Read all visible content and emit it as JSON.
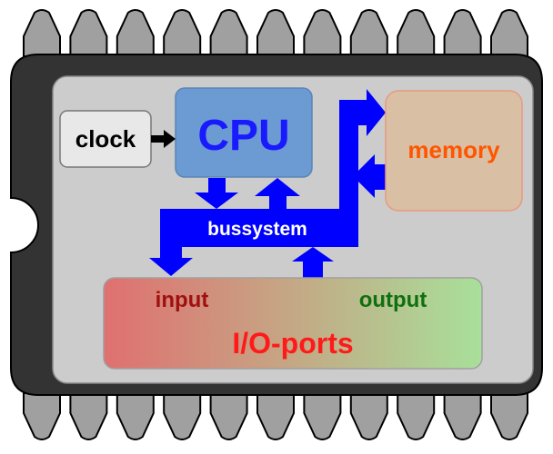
{
  "diagram": {
    "clock": {
      "label": "clock"
    },
    "cpu": {
      "label": "CPU"
    },
    "memory": {
      "label": "memory"
    },
    "bus": {
      "label": "bussystem"
    },
    "io": {
      "title": "I/O-ports",
      "input_label": "input",
      "output_label": "output"
    }
  },
  "colors": {
    "chip_body": "#333333",
    "pin_fill": "#a0a0a0",
    "die": "#cccccc",
    "clock_box": "#e8e8e8",
    "cpu_box": "#6b9bd2",
    "cpu_text": "#1a1aff",
    "memory_box": "#d9bfa3",
    "memory_text": "#ff5500",
    "bus": "#0000ff",
    "io_left": "#e07070",
    "io_right": "#a8e09a",
    "input_text": "#a01010",
    "output_text": "#107010",
    "io_title_text": "#ff1a1a"
  }
}
